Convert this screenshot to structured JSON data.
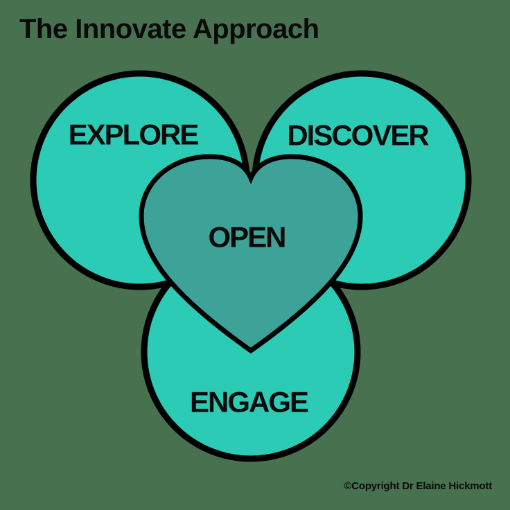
{
  "header": {
    "title": "The Innovate Approach"
  },
  "diagram": {
    "colors": {
      "circle_fill": "#2BCBB5",
      "heart_fill": "#3DA297",
      "outline": "#000000",
      "label_text": "#0B0B0B",
      "background": "#48714F"
    },
    "circles": [
      {
        "id": "explore",
        "label": "EXPLORE"
      },
      {
        "id": "discover",
        "label": "DISCOVER"
      },
      {
        "id": "engage",
        "label": "ENGAGE"
      }
    ],
    "center": {
      "label": "OPEN"
    }
  },
  "footer": {
    "copyright": "©Copyright Dr Elaine Hickmott"
  }
}
